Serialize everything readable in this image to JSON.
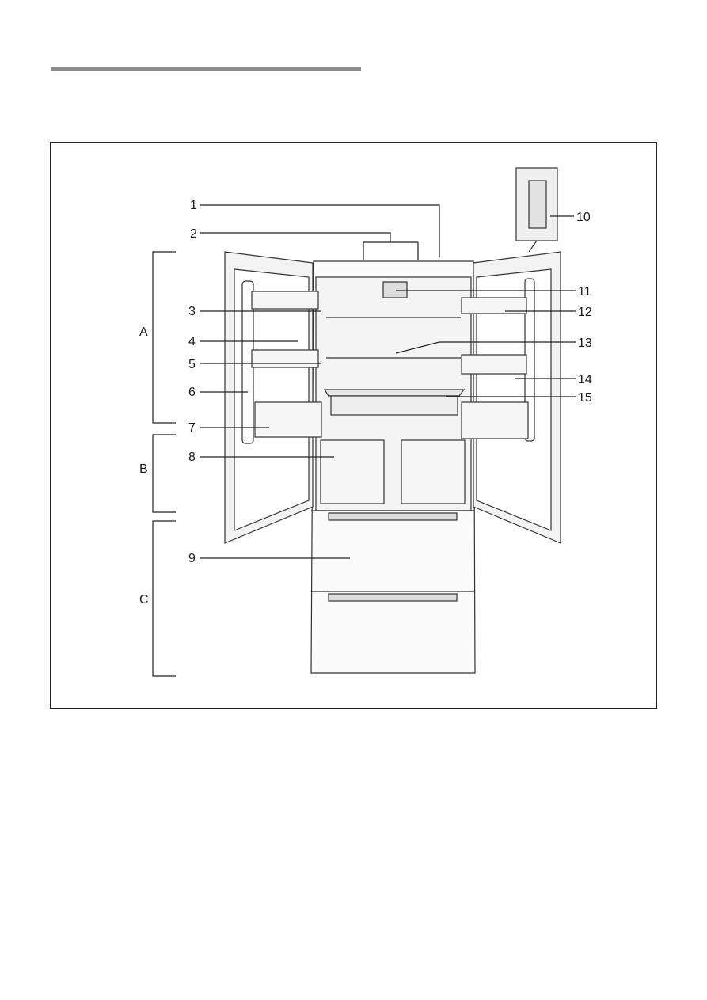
{
  "figure": {
    "sections": [
      "A",
      "B",
      "C"
    ],
    "callouts": [
      "1",
      "2",
      "3",
      "4",
      "5",
      "6",
      "7",
      "8",
      "9",
      "10",
      "11",
      "12",
      "13",
      "14",
      "15"
    ]
  }
}
